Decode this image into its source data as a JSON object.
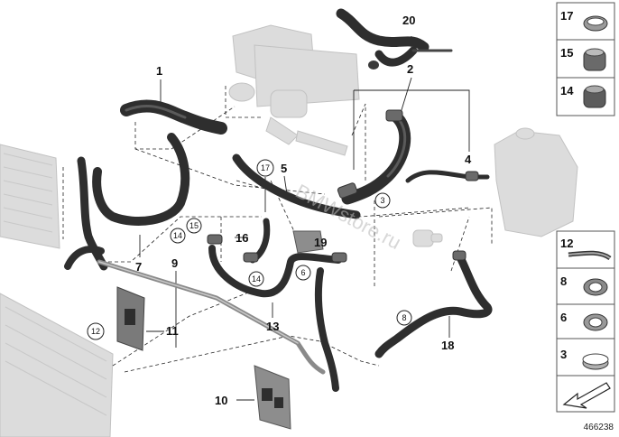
{
  "callouts": {
    "c1": "1",
    "c2": "2",
    "c3": "3",
    "c4": "4",
    "c5": "5",
    "c6": "6",
    "c7": "7",
    "c8": "8",
    "c9": "9",
    "c10": "10",
    "c11": "11",
    "c12": "12",
    "c13": "13",
    "c14": "14",
    "c15": "15",
    "c16": "16",
    "c17": "17",
    "c18": "18",
    "c19": "19",
    "c20": "20"
  },
  "circled": {
    "p3": "3",
    "p6": "6",
    "p8": "8",
    "p12": "12",
    "p14a": "14",
    "p14b": "14",
    "p15": "15",
    "p17": "17"
  },
  "legend_top": [
    "17",
    "15",
    "14"
  ],
  "legend_bottom": [
    "12",
    "8",
    "6",
    "3"
  ],
  "doc_id": "466238",
  "watermark": "BMWstore.ru",
  "colors": {
    "hose": "#2e2e2e",
    "hose_highlight": "#5a5a5a",
    "ghost_part": "#d8d8d8",
    "ghost_outline": "#c4c4c4",
    "leader": "#222222",
    "panel_border": "#555555"
  }
}
